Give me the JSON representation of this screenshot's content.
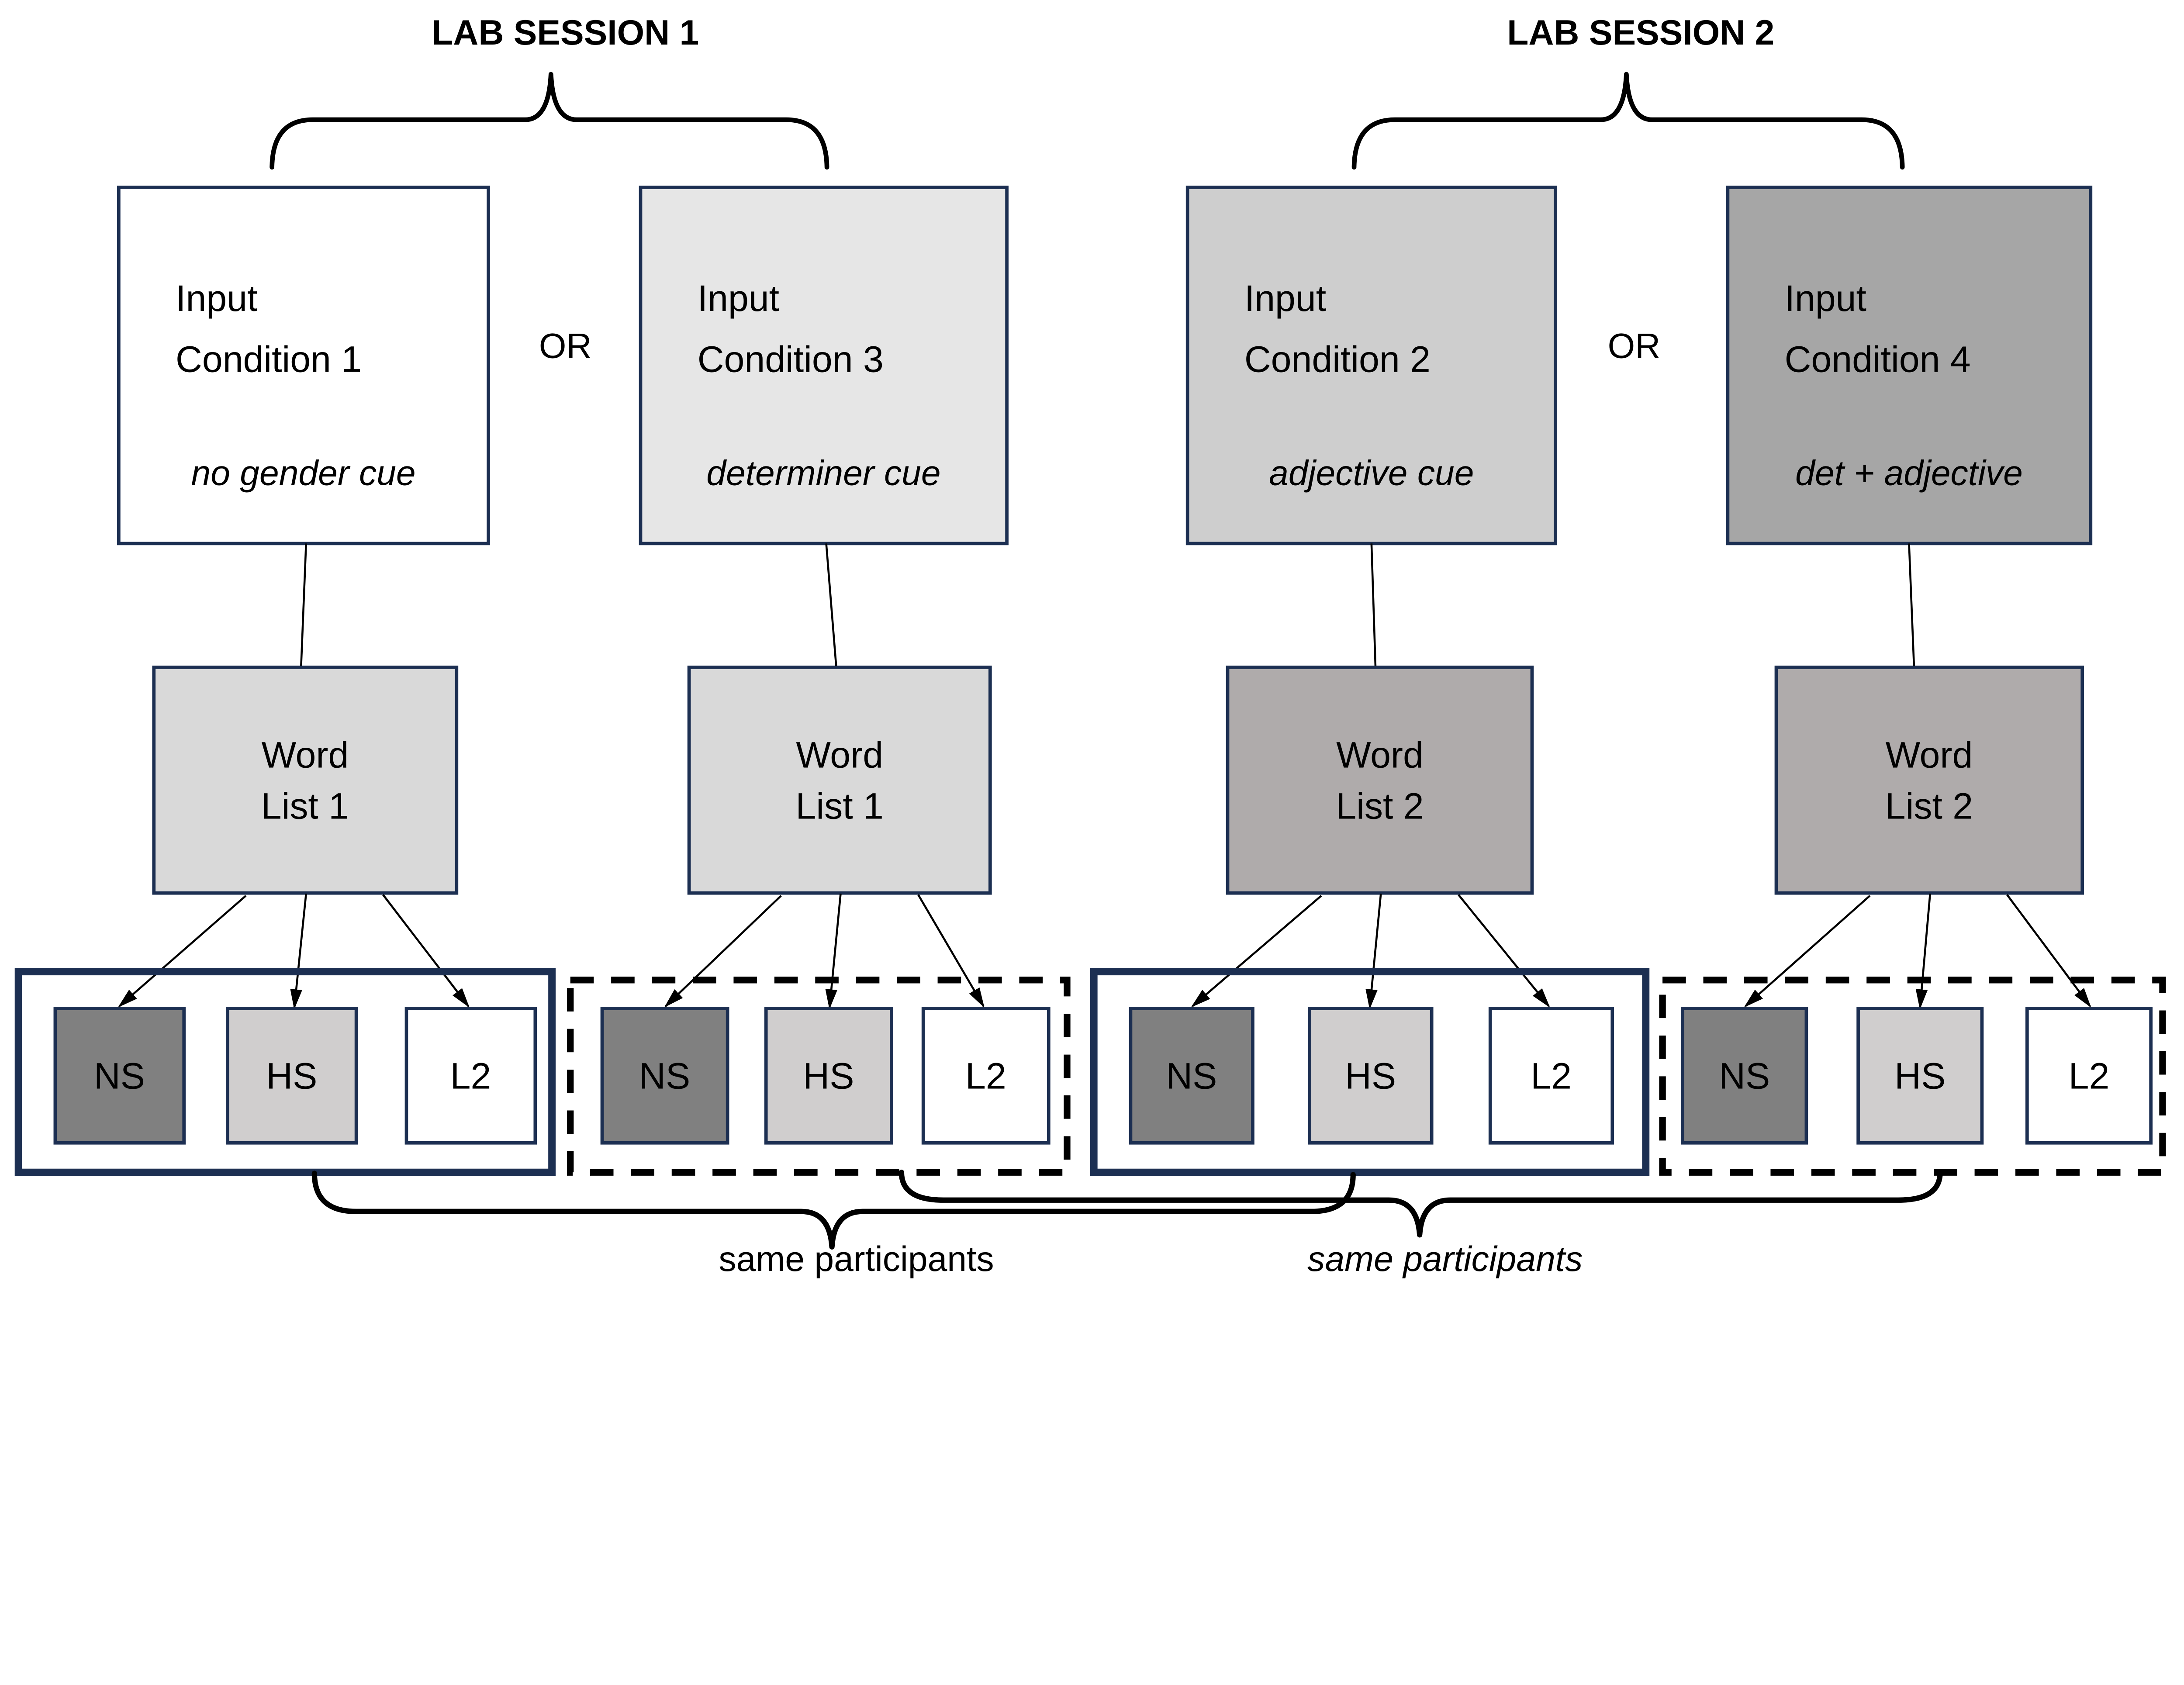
{
  "figure": {
    "background": "#ffffff",
    "sessions": [
      {
        "title": "LAB SESSION 1"
      },
      {
        "title": "LAB SESSION 2"
      }
    ],
    "or_labels": [
      "OR",
      "OR"
    ],
    "conditions": [
      {
        "name_line1": "Input",
        "name_line2": "Condition 1",
        "cue": "no gender cue",
        "fill": "#ffffff"
      },
      {
        "name_line1": "Input",
        "name_line2": "Condition 3",
        "cue": "determiner cue",
        "fill": "#e6e6e6"
      },
      {
        "name_line1": "Input",
        "name_line2": "Condition 2",
        "cue": "adjective cue",
        "fill": "#cecece"
      },
      {
        "name_line1": "Input",
        "name_line2": "Condition 4",
        "cue": "det + adjective",
        "fill": "#a6a6a6"
      }
    ],
    "word_lists": [
      {
        "line1": "Word",
        "line2": "List 1",
        "fill": "#d9d9d9"
      },
      {
        "line1": "Word",
        "line2": "List 1",
        "fill": "#d9d9d9"
      },
      {
        "line1": "Word",
        "line2": "List 2",
        "fill": "#afabab"
      },
      {
        "line1": "Word",
        "line2": "List 2",
        "fill": "#afabab"
      }
    ],
    "groups": [
      {
        "border": "solid",
        "labels": [
          "NS",
          "HS",
          "L2"
        ]
      },
      {
        "border": "dashed",
        "labels": [
          "NS",
          "HS",
          "L2"
        ]
      },
      {
        "border": "solid",
        "labels": [
          "NS",
          "HS",
          "L2"
        ]
      },
      {
        "border": "dashed",
        "labels": [
          "NS",
          "HS",
          "L2"
        ]
      }
    ],
    "participant_fills": {
      "NS": "#808080",
      "HS": "#d0cece",
      "L2": "#ffffff"
    },
    "bottom_labels": [
      {
        "text": "same participants",
        "style": "regular"
      },
      {
        "text": "same participants",
        "style": "italic"
      }
    ],
    "colors": {
      "box_border": "#1c2f52",
      "solid_group_border": "#1c2f52",
      "dashed_group_border": "#000000",
      "line": "#000000",
      "text": "#000000"
    }
  }
}
